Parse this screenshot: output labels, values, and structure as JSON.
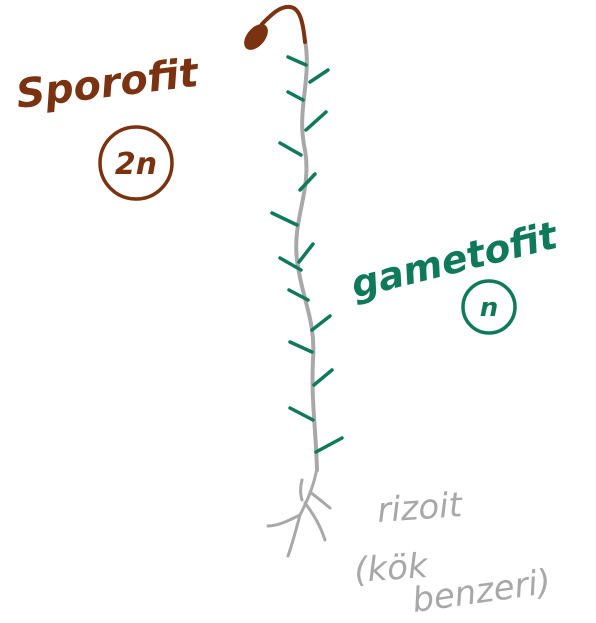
{
  "labels": {
    "sporofit": "Sporofit",
    "sporofit_ploidy": "2n",
    "gametofit": "gametofit",
    "gametofit_ploidy": "n",
    "rizoit": "rizoit",
    "rizoit_note_line1": "(kök",
    "rizoit_note_line2": "benzeri)"
  },
  "colors": {
    "sporophyte": "#7a3210",
    "gametophyte": "#0f7a5a",
    "rhizoid": "#a8a8a8",
    "stem": "#a8a8a8"
  }
}
